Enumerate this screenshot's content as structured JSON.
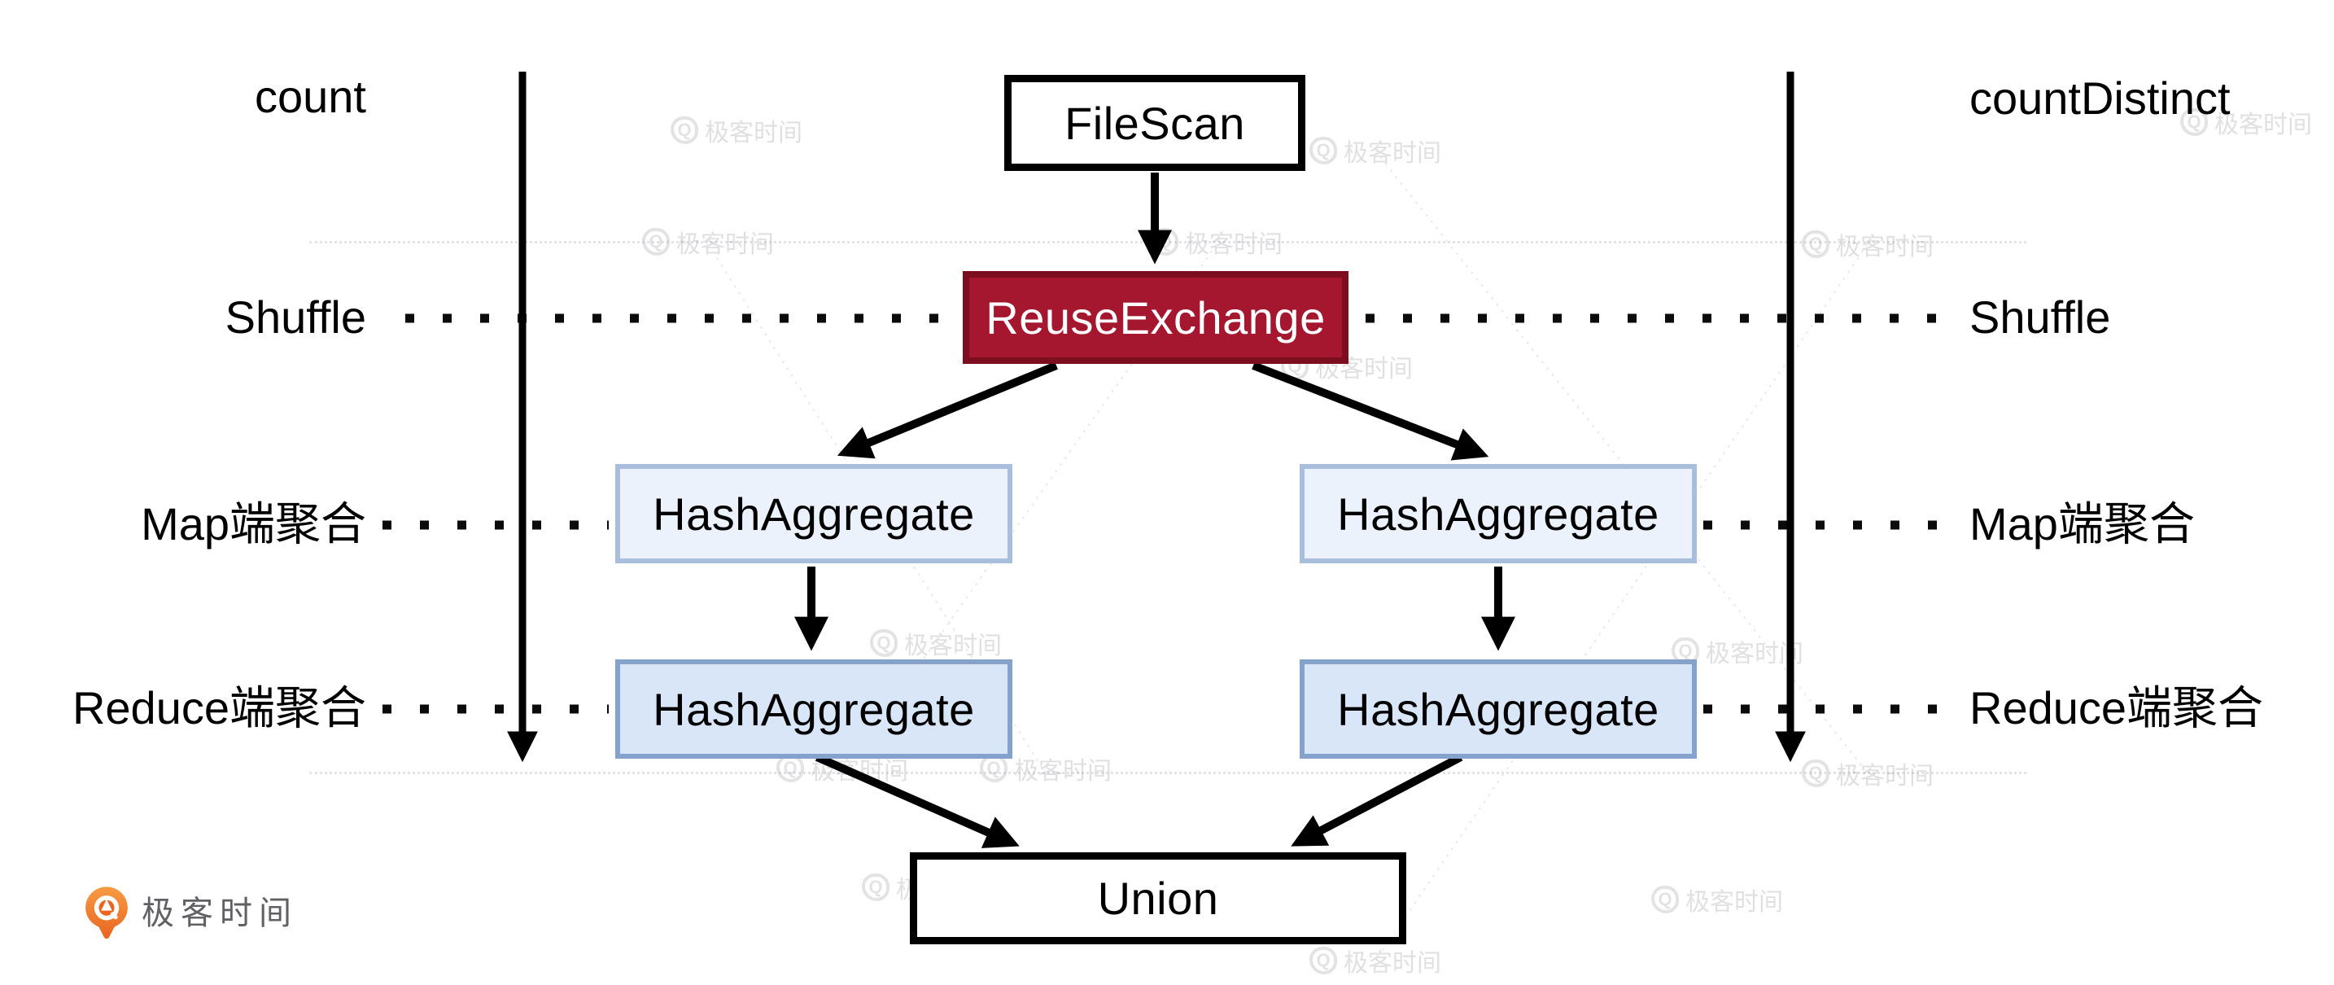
{
  "diagram": {
    "nodes": {
      "filescan": "FileScan",
      "reuse_exchange": "ReuseExchange",
      "hash_aggregate": "HashAggregate",
      "union": "Union"
    },
    "left_column": {
      "header": "count",
      "shuffle": "Shuffle",
      "map": "Map端聚合",
      "reduce": "Reduce端聚合"
    },
    "right_column": {
      "header": "countDistinct",
      "shuffle": "Shuffle",
      "map": "Map端聚合",
      "reduce": "Reduce端聚合"
    },
    "colors": {
      "node_border": "#000000",
      "reuse_fill": "#A5162F",
      "reuse_border": "#7C0E1F",
      "agg_top_fill": "#ECF2FC",
      "agg_top_border": "#A9BEDC",
      "agg_bottom_fill": "#D8E6F8",
      "agg_bottom_border": "#84A2CC",
      "arrow": "#000000",
      "label_text": "#000000"
    }
  },
  "branding": {
    "logo_text": "极客时间",
    "logo_orange": "#ED6C21",
    "logo_text_color": "#606066",
    "watermark_text": "极客时间",
    "watermark_icon": "Q"
  }
}
